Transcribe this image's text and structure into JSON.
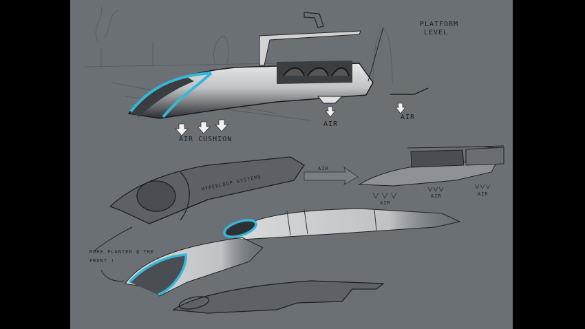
{
  "image": {
    "description": "Hand-drawn concept sketches of a high-speed capsule vehicle on gray background with blue accent highlights",
    "background_color": "#6b7075",
    "accent_color": "#36b7d8",
    "letterbox_color": "#000000"
  },
  "annotations": {
    "air_cushion": "AIR CUSHION",
    "platform_level_line1": "PLATFORM",
    "platform_level_line2": "LEVEL",
    "air_1": "AIR",
    "air_2": "AIR",
    "side_label": "HYPERLOOP SYSTEMS",
    "air_arrow": "AIR",
    "air_small_1": "AIR",
    "air_small_2": "AIR",
    "air_small_3": "AIR",
    "note_line1": "MORE PLANTED @ THE",
    "note_line2": "FRONT !"
  }
}
